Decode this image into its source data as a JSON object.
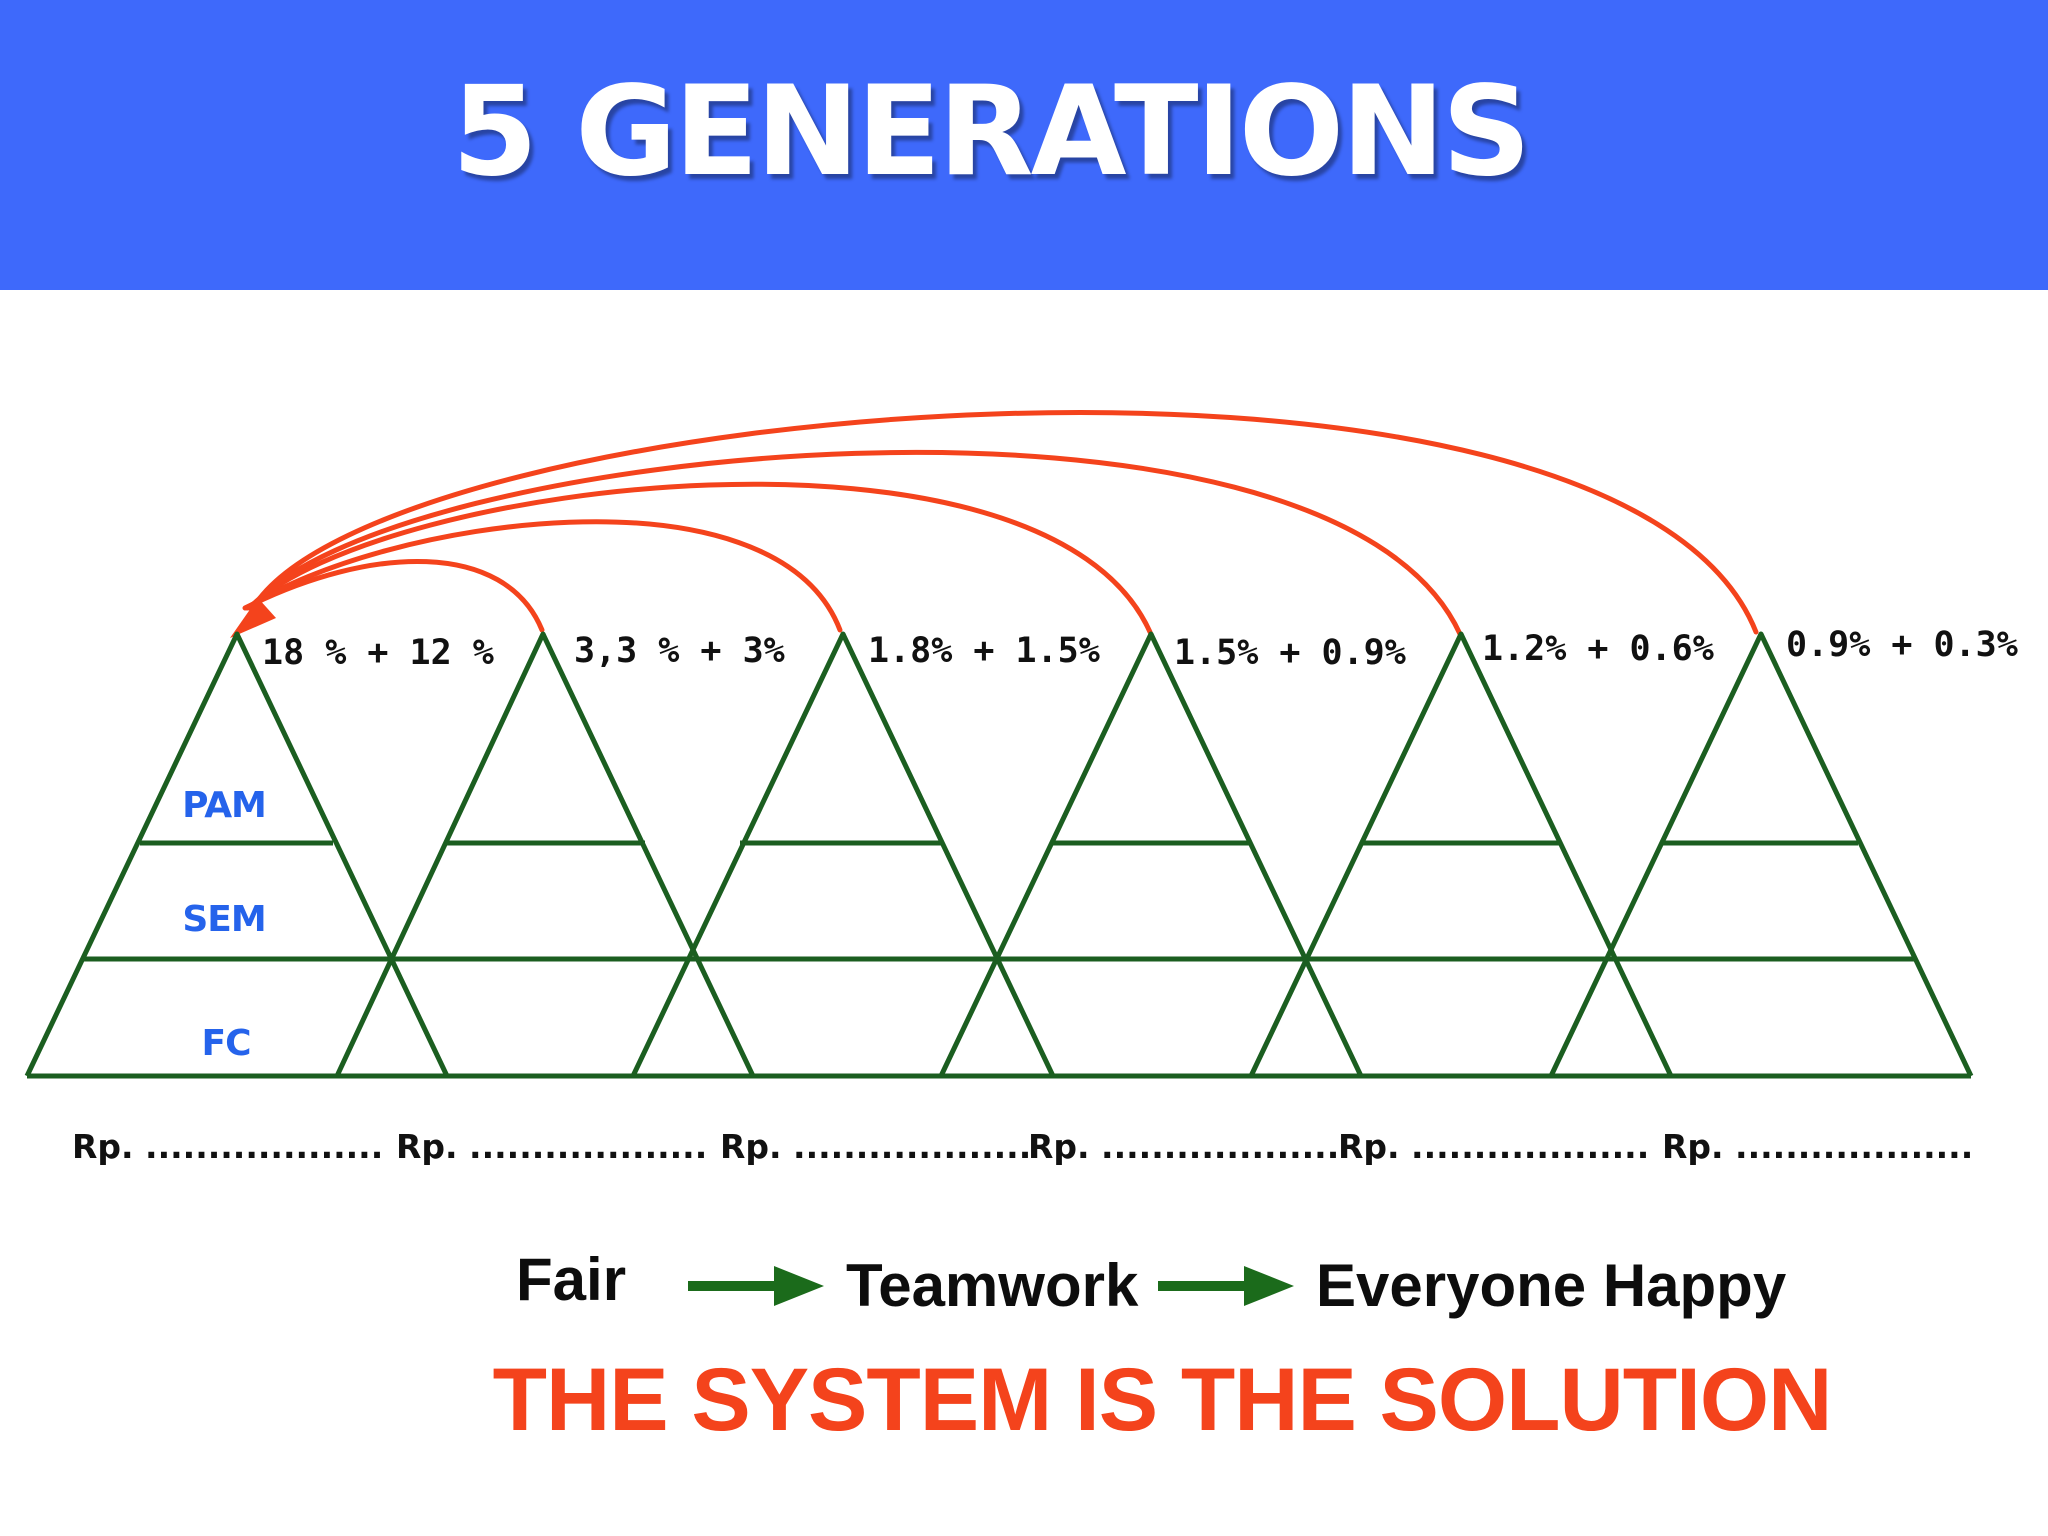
{
  "title": "5 GENERATIONS",
  "colors": {
    "header_band": "#3e69fb",
    "triangle_lines": "#1b5e20",
    "commission_arrows": "#f4431c",
    "tier_labels": "#2563eb",
    "flow_arrows": "#1b6b1b",
    "tagline": "#f4431c"
  },
  "commissions": [
    "18 % + 12 %",
    "3,3 % + 3%",
    "1.8% + 1.5%",
    "1.5% + 0.9%",
    "1.2% + 0.6%",
    "0.9% + 0.3%"
  ],
  "tiers": [
    "PAM",
    "SEM",
    "FC"
  ],
  "payouts": [
    "Rp. ...................",
    "Rp. ...................",
    "Rp. ...................",
    "Rp. ...................",
    "Rp. ...................",
    "Rp. ..................."
  ],
  "flow": {
    "step1": "Fair",
    "step2": "Teamwork",
    "step3": "Everyone Happy"
  },
  "tagline": "THE SYSTEM IS THE SOLUTION"
}
